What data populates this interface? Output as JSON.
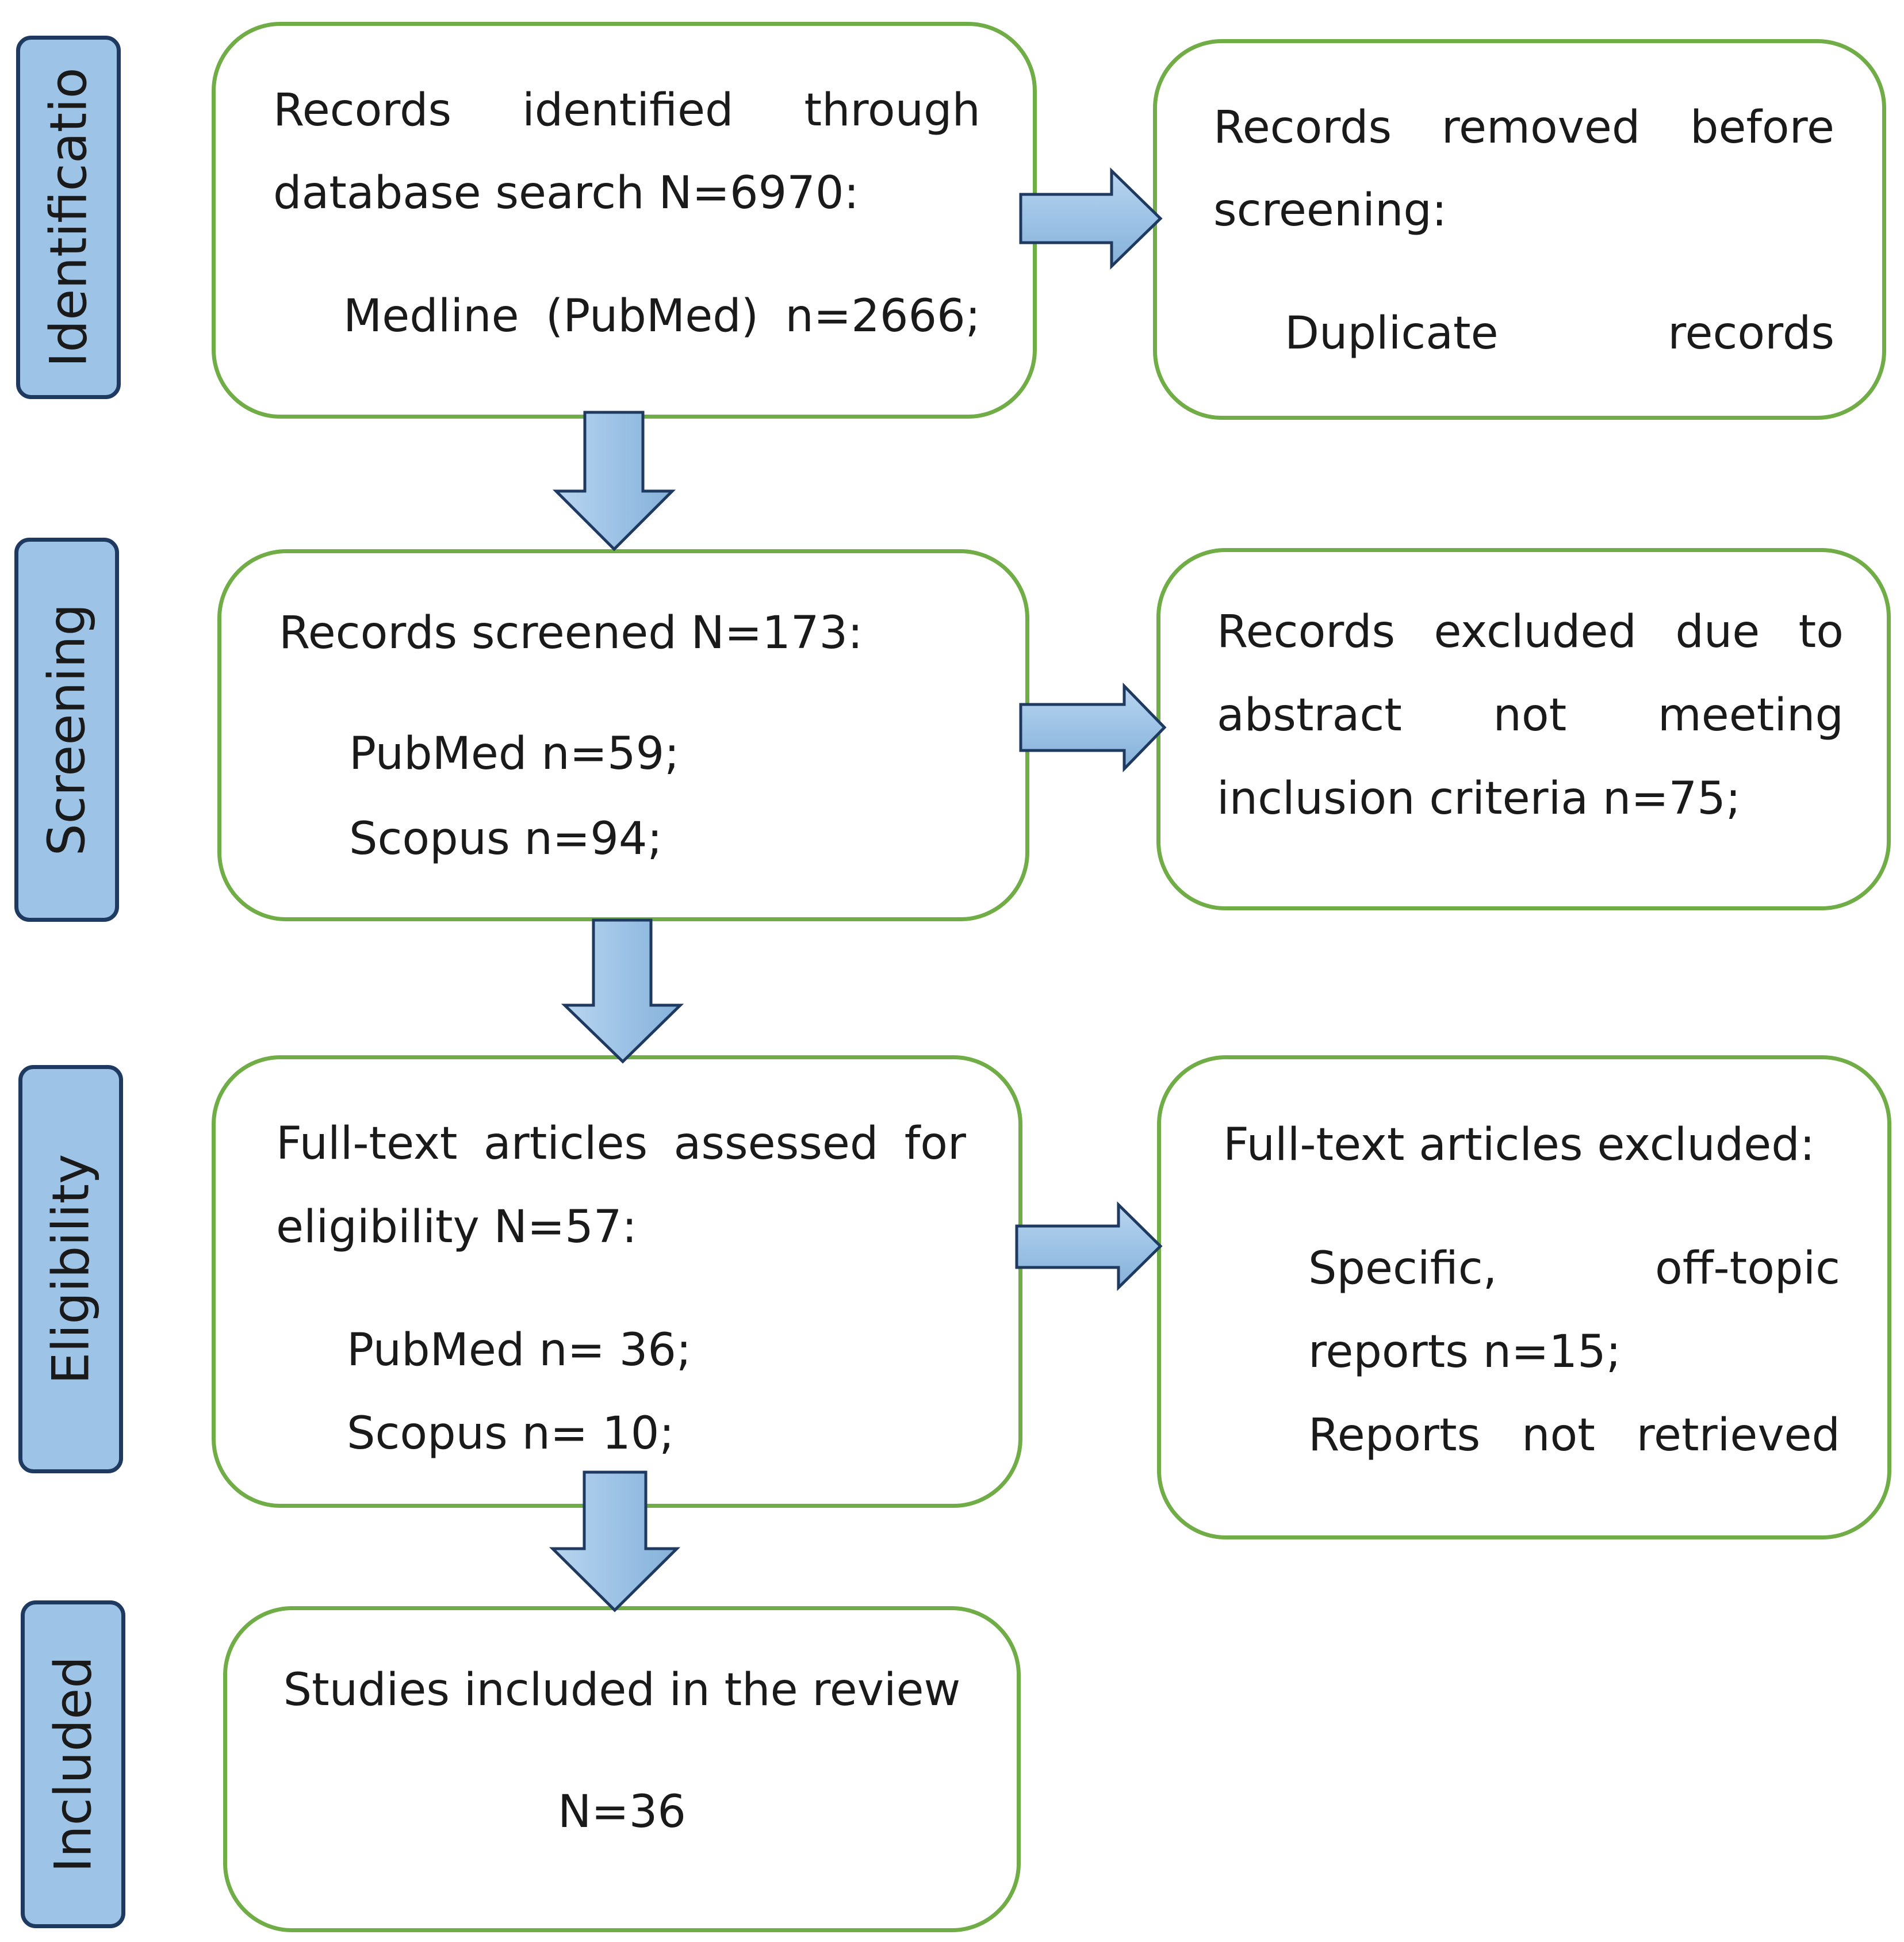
{
  "stages": {
    "identification": "Identificatio",
    "screening": "Screening",
    "eligibility": "Eligibility",
    "included": "Included"
  },
  "identified": {
    "line1": [
      "Records",
      "identified",
      "through"
    ],
    "line2": "database search N=6970:",
    "line3": [
      "Medline",
      "(PubMed)",
      "n=2666;"
    ]
  },
  "removed": {
    "line1": [
      "Records",
      "removed",
      "before"
    ],
    "line2": "screening:",
    "line3": [
      "Duplicate",
      "records"
    ]
  },
  "screened": {
    "line1": "Records screened N=173:",
    "line2": "PubMed n=59;",
    "line3": "Scopus n=94;"
  },
  "excluded_abstract": {
    "line1": [
      "Records",
      "excluded",
      "due",
      "to"
    ],
    "line2": [
      "abstract",
      "not",
      "meeting"
    ],
    "line3": "inclusion criteria n=75;"
  },
  "fulltext": {
    "line1": [
      "Full-text",
      "articles",
      "assessed",
      "for"
    ],
    "line2": "eligibility N=57:",
    "line3": "PubMed n= 36;",
    "line4": "Scopus n= 10;"
  },
  "fulltext_excluded": {
    "line1": "Full-text articles excluded:",
    "line2": [
      "Specific,",
      "off-topic"
    ],
    "line3": "reports n=15;",
    "line4": [
      "Reports",
      "not",
      "retrieved"
    ]
  },
  "included": {
    "line1": "Studies included in the review",
    "line2": "N=36"
  },
  "colors": {
    "stage_fill": "#9dc3e6",
    "stage_border": "#1f3a60",
    "box_border": "#70ad47",
    "arrow_fill": "#9dc3e6",
    "arrow_stroke": "#1f3a60"
  }
}
